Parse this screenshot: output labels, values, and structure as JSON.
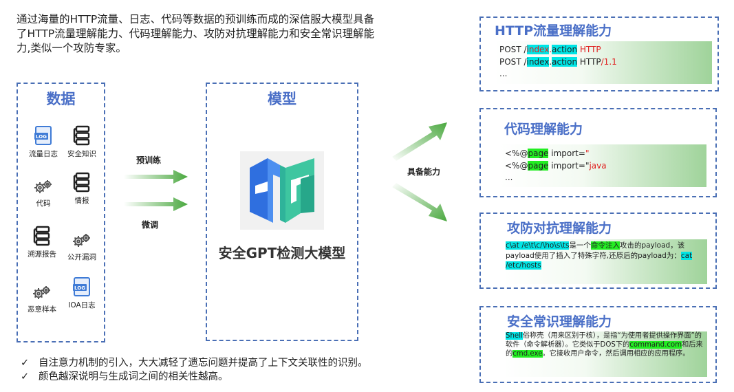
{
  "intro": "通过海量的HTTP流量、日志、代码等数据的预训练而成的深信服大模型具备了HTTP流量理解能力、代码理解能力、攻防对抗理解能力和安全常识理解能力,类似一个攻防专家。",
  "data_panel": {
    "title": "数据",
    "items": [
      {
        "label": "流量日志",
        "icon": "log-file-icon"
      },
      {
        "label": "安全知识",
        "icon": "server-stack-icon"
      },
      {
        "label": "代码",
        "icon": "gears-icon"
      },
      {
        "label": "情报",
        "icon": "server-stack-icon"
      },
      {
        "label": "溯源报告",
        "icon": "server-stack-icon"
      },
      {
        "label": "公开漏洞",
        "icon": "gears-icon"
      },
      {
        "label": "恶意样本",
        "icon": "gears-icon"
      },
      {
        "label": "IOA日志",
        "icon": "log-file-icon"
      }
    ]
  },
  "arrows": {
    "pretrain": "预训练",
    "finetune": "微调",
    "capability": "具备能力"
  },
  "model_panel": {
    "title": "模型",
    "name": "安全GPT检测大模型"
  },
  "abilities": {
    "http": {
      "title": "HTTP流量理解能力",
      "l1_a": "POST /",
      "l1_b": "index",
      "l1_c": ".",
      "l1_d": "action",
      "l1_e": " ",
      "l1_f": "HTTP",
      "l2_a": "POST /",
      "l2_b": "index",
      "l2_c": ".",
      "l2_d": "action",
      "l2_e": " HTTP",
      "l2_f": "/1.1",
      "l3": "..."
    },
    "code": {
      "title": "代码理解能力",
      "l1_a": "<%@",
      "l1_b": "page",
      "l1_c": " import=",
      "l1_d": "\"",
      "l2_a": "<%@",
      "l2_b": "page",
      "l2_c": " import=\"",
      "l2_d": "java",
      "l3": "..."
    },
    "attack": {
      "title": "攻防对抗理解能力",
      "p1": "c\\at /e\\t\\c/\\ho\\s\\ts",
      "p2": "是一个",
      "p3": "命令注入",
      "p4": "攻击的payload，该payload使用了插入了特殊字符,还原后的payload为：",
      "p5": "cat /etc/hosts"
    },
    "common": {
      "title": "安全常识理解能力",
      "p1": "Shell",
      "p2": "俗称壳（用来区别于核），是指“为使用者提供操作界面”的软件（命令解析器）。它类似于DOS下的",
      "p3": "command.com",
      "p4": "和后来的",
      "p5": "cmd.exe",
      "p6": "。它接收用户命令，然后调用相应的应用程序。"
    }
  },
  "bullets": [
    {
      "mark": "✓",
      "text": "自注意力机制的引入，大大减轻了遗忘问题并提高了上下文关联性的识别。"
    },
    {
      "mark": "✓",
      "text": "颜色越深说明与生成词之间的相关性越高。"
    }
  ],
  "colors": {
    "accent": "#4a6fc7",
    "dash": "#4a6fb5",
    "arrow": "#55b04a",
    "cyan_highlight": "#00e5e5",
    "green_highlight": "#22ee22",
    "red": "#e02020"
  }
}
